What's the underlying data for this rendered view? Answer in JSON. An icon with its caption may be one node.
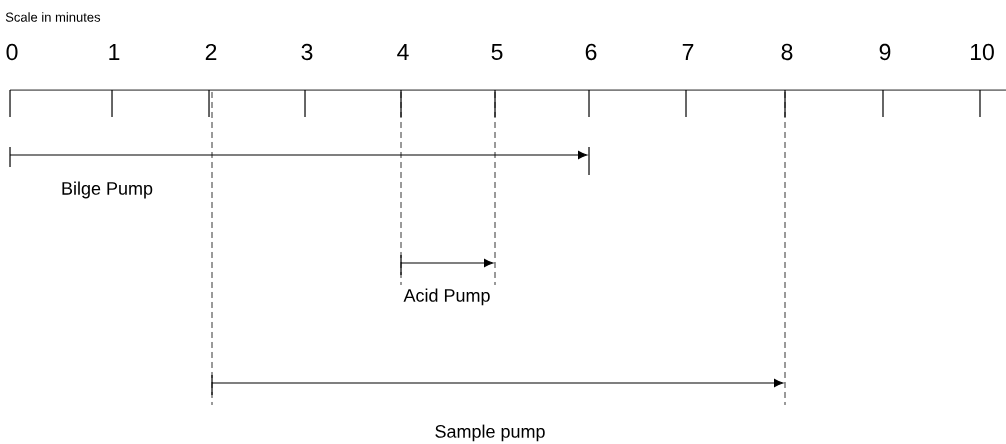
{
  "diagram": {
    "labels": [
      "Scale in minutes",
      "0",
      "1",
      "2",
      "3",
      "4",
      "5",
      "6",
      "7",
      "8",
      "9",
      "10",
      "Bilge Pump",
      "Acid Pump",
      "Sample pump"
    ]
  }
}
